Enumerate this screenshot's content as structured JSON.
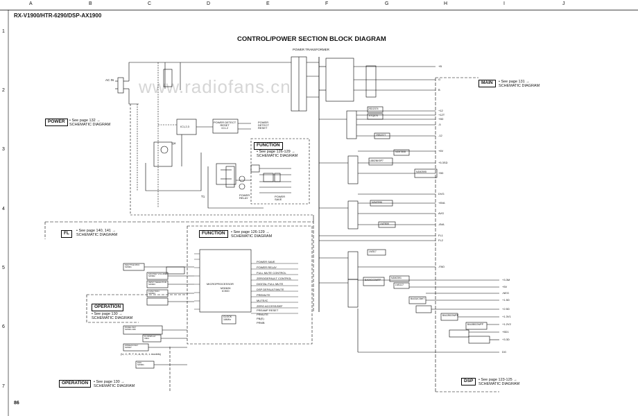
{
  "ruler": {
    "columns": [
      "A",
      "B",
      "C",
      "D",
      "E",
      "F",
      "G",
      "H",
      "I",
      "J"
    ],
    "rows": [
      "1",
      "2",
      "3",
      "4",
      "5",
      "6",
      "7"
    ]
  },
  "header": {
    "model": "RX-V1900/HTR-6290/DSP-AX1900",
    "title": "CONTROL/POWER SECTION BLOCK DIAGRAM",
    "page_number": "86",
    "watermark": "www.radiofans.cn"
  },
  "labels": {
    "power_transformer": "POWER TRANSFORMER",
    "ac_in": "AC IN",
    "t1": "T1",
    "power_detect": "POWER\nDETECT\nRESET",
    "power_relay": "POWER\nRELAY",
    "power_save": "POWER\nSAVE",
    "ic_power_detect": "POWER DETECT\nRESET\nIC1.2",
    "ic123": "IC1,2,3",
    "q8": "Q8"
  },
  "sections": {
    "power": {
      "name": "POWER",
      "ref": "• See page 132 →\nSCHEMATIC DIAGRAM"
    },
    "function_top": {
      "name": "FUNCTION",
      "ref": "• See page 126-129 →\nSCHEMATIC DIAGRAM"
    },
    "main": {
      "name": "MAIN",
      "ref": "• See page 131 →\nSCHEMATIC DIAGRAM"
    },
    "fl": {
      "name": "FL",
      "ref": "• See page 140, 141 →\nSCHEMATIC DIAGRAM"
    },
    "function_mid": {
      "name": "FUNCTION",
      "ref": "• See page 126-129 →\nSCHEMATIC DIAGRAM"
    },
    "operation_mid": {
      "name": "OPERATION",
      "ref": "• See page 130 →\nSCHEMATIC DIAGRAM"
    },
    "operation_bot": {
      "name": "OPERATION",
      "ref": "• See page 130 →\nSCHEMATIC DIAGRAM"
    },
    "dsp": {
      "name": "DSP",
      "ref": "• See page 123-125 →\nSCHEMATIC DIAGRAM"
    }
  },
  "power_outputs": [
    "+B",
    "G",
    "B",
    "+12",
    "+12T",
    "+5D",
    "-5",
    "-12",
    "+6V",
    "+5.3SD",
    "+5D",
    "DVG",
    "+8VA",
    "AVG",
    "-8VA",
    "FL1",
    "FL2",
    "-FAD",
    "+3.3M",
    "+5V",
    "-NEG",
    "+1.5D",
    "+2.5D",
    "+1.3V1",
    "+1.2V2",
    "+5D1",
    "+3.3D",
    "DG"
  ],
  "power_ics": [
    "2SD2374",
    "STQ570",
    "2SB1577",
    "NJM7808",
    "L88/2NK5P7",
    "NJM2595",
    "NJM2596",
    "LM7805",
    "LM317",
    "BA00CC0WFP",
    "NJM2391",
    "LM1117",
    "BA33JC5WT",
    "BA12BC0WFP",
    "BA18BC0WFP"
  ],
  "microprocessor": {
    "name": "MICROPROCESSOR",
    "part": "M30626\nIC900"
  },
  "mp_outputs": [
    "POWER SAVE",
    "POWER RELAY",
    "FULL MUTE CONTROL",
    "ZERO/DEFAULT CONTROL",
    "DIGITAL FULL MUTE",
    "DSP DEFAULT/MUTE",
    "PREMUTE",
    "MUTE/IC",
    "ZERO ACCESS/DEF",
    "PREAMP RESET",
    "PRMUTE",
    "PB(E)",
    "PRMB"
  ],
  "left_blocks": [
    "SHUTTLE MCU\nSW901",
    "MASTER VOLUME\nSW902",
    "INPUT SELECTOR\nSW903",
    "FUNCTION\nSW904",
    "PANEL KEY\nSW921-946",
    "FL DISPLAY\nV801",
    "ZONE2/3 KEY\nSW947",
    "FAN\nSW901"
  ],
  "clock": "CLOCK\n16MHz",
  "fl_models": "(U, C, R, T, K, A, B, G, L models)"
}
